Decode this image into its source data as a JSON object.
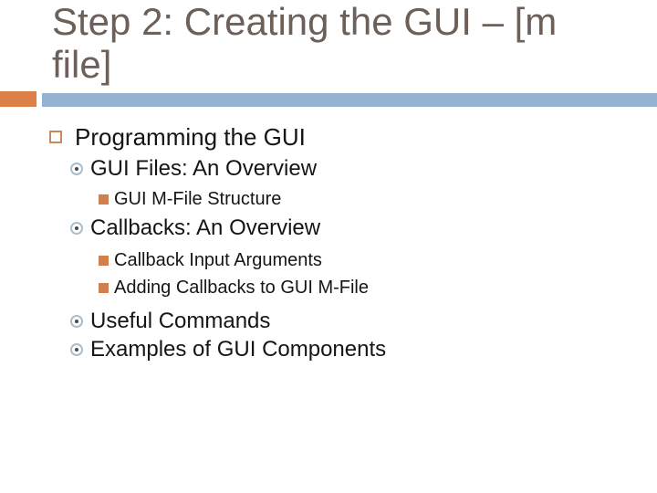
{
  "slide": {
    "title": "Step 2: Creating the GUI – [m file]",
    "colors": {
      "background": "#FFFFFF",
      "title_text": "#6D6059",
      "accent_orange": "#DD8047",
      "bar_blue": "#95B3D0",
      "body_text": "#151515",
      "bullet1_border": "#C68A5E",
      "bullet2_ring": "#A9BFCE",
      "bullet2_dot": "#4A4A4A",
      "bullet3_fill": "#D0804C"
    },
    "outline": {
      "items": [
        {
          "level": 1,
          "text": "Programming the GUI"
        },
        {
          "level": 2,
          "text": "GUI Files: An Overview"
        },
        {
          "level": 3,
          "text": "GUI M-File Structure"
        },
        {
          "level": 2,
          "text": "Callbacks: An Overview"
        },
        {
          "level": 3,
          "text": "Callback Input Arguments"
        },
        {
          "level": 3,
          "text": "Adding Callbacks to GUI M-File"
        },
        {
          "level": 2,
          "text": "Useful Commands"
        },
        {
          "level": 2,
          "text": "Examples of GUI Components"
        }
      ]
    }
  }
}
